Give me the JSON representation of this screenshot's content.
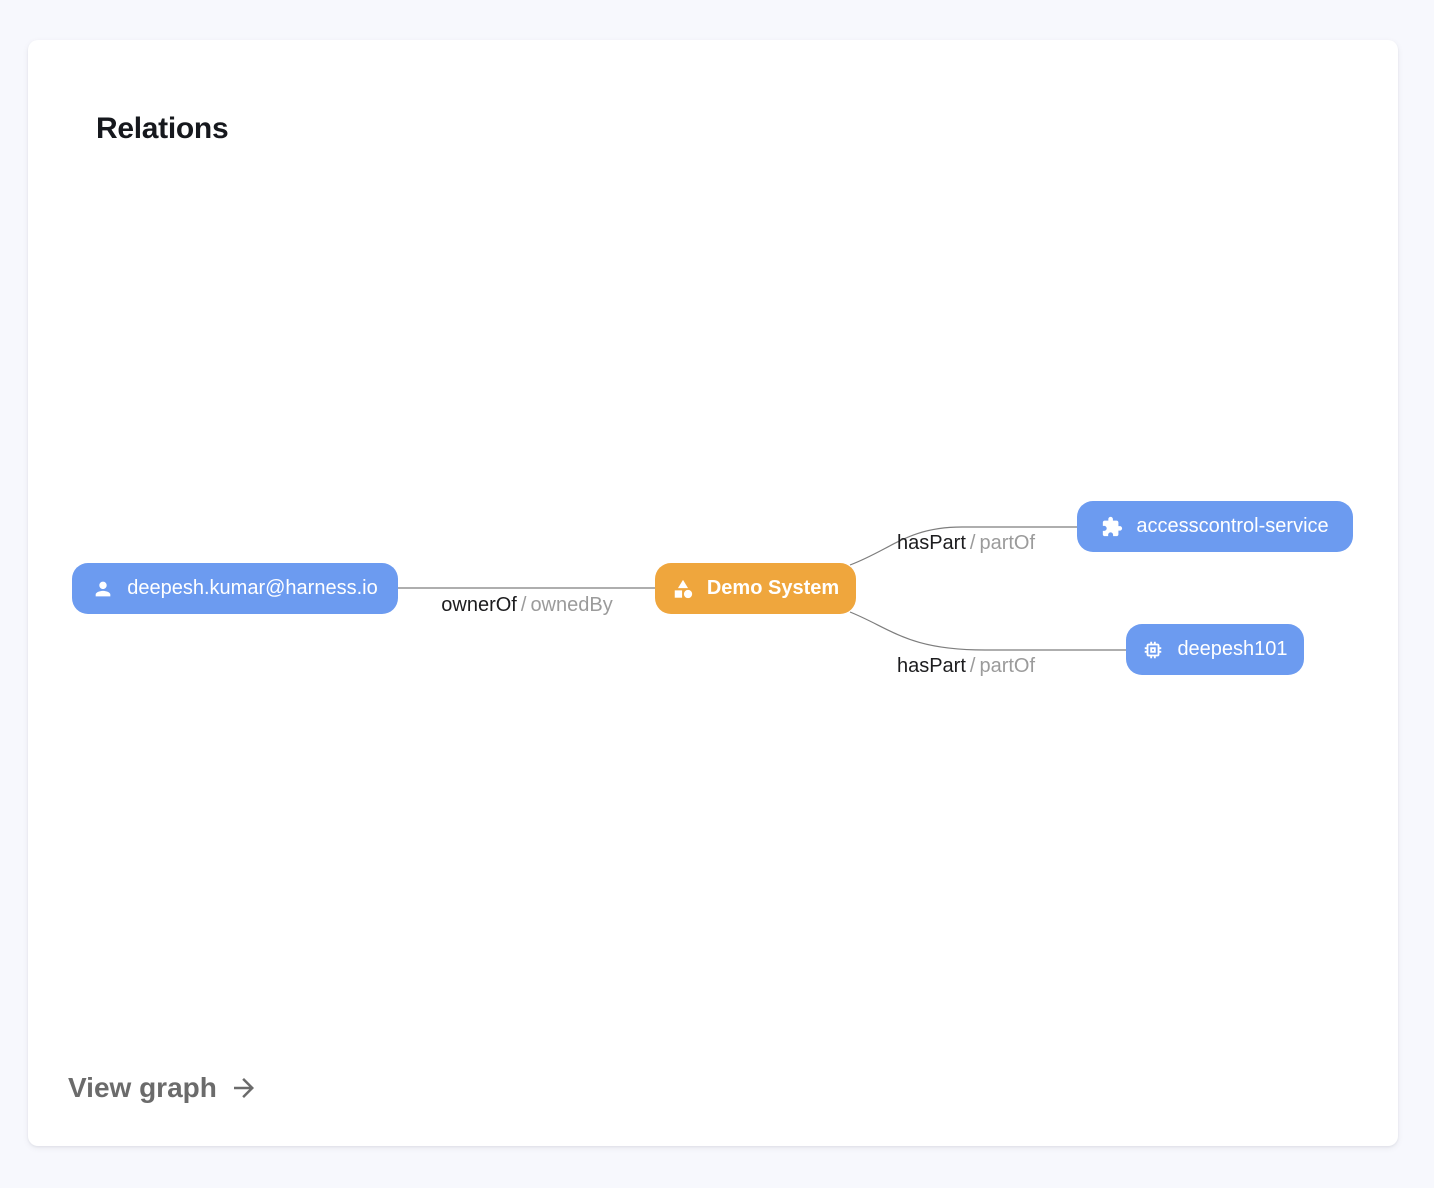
{
  "card": {
    "title": "Relations",
    "view_graph_label": "View graph"
  },
  "colors": {
    "page_bg": "#f7f8fd",
    "card_bg": "#ffffff",
    "node_blue": "#6c9bf0",
    "node_orange": "#efa63d",
    "edge_line": "#7d7d7d",
    "edge_label_primary": "#1c1c1e",
    "edge_label_secondary": "#9b9b9b",
    "view_graph_text": "#6b6b6b"
  },
  "graph": {
    "nodes": [
      {
        "id": "user",
        "label": "deepesh.kumar@harness.io",
        "icon": "person-icon",
        "color": "blue"
      },
      {
        "id": "system",
        "label": "Demo System",
        "icon": "category-icon",
        "color": "orange"
      },
      {
        "id": "service",
        "label": "accesscontrol-service",
        "icon": "puzzle-icon",
        "color": "blue"
      },
      {
        "id": "resource",
        "label": "deepesh101",
        "icon": "chip-icon",
        "color": "blue"
      }
    ],
    "edges": [
      {
        "from": "user",
        "to": "system",
        "label_primary": "ownerOf",
        "label_separator": "/",
        "label_secondary": "ownedBy"
      },
      {
        "from": "system",
        "to": "service",
        "label_primary": "hasPart",
        "label_separator": "/",
        "label_secondary": "partOf"
      },
      {
        "from": "system",
        "to": "resource",
        "label_primary": "hasPart",
        "label_separator": "/",
        "label_secondary": "partOf"
      }
    ]
  }
}
